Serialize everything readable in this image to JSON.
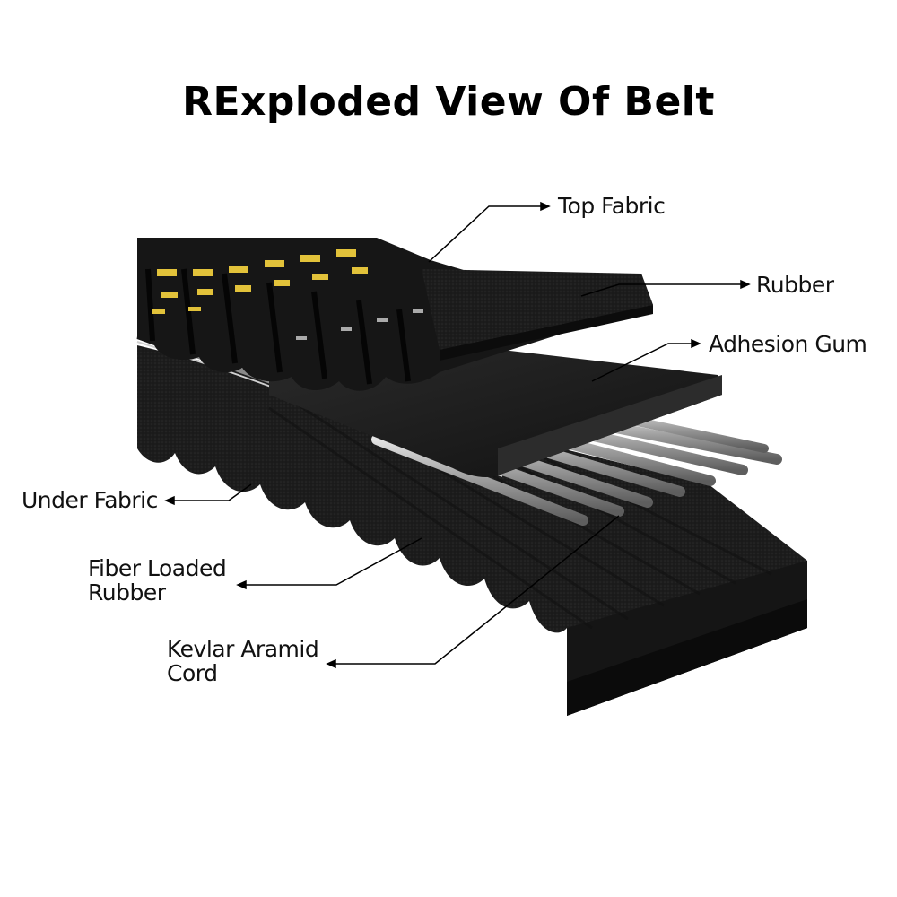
{
  "title": "RExploded View Of Belt",
  "labels": {
    "top_fabric": "Top Fabric",
    "rubber": "Rubber",
    "adhesion_gum": "Adhesion Gum",
    "under_fabric": "Under Fabric",
    "fiber_loaded_rubber_line1": "Fiber Loaded",
    "fiber_loaded_rubber_line2": "Rubber",
    "kevlar_line1": "Kevlar Aramid",
    "kevlar_line2": "Cord"
  },
  "colors": {
    "belt_body": "#1d1d1d",
    "belt_dark": "#0e0e0e",
    "cord": "#b8b8b8",
    "print_yellow": "#e2c23a",
    "leader": "#000000"
  }
}
